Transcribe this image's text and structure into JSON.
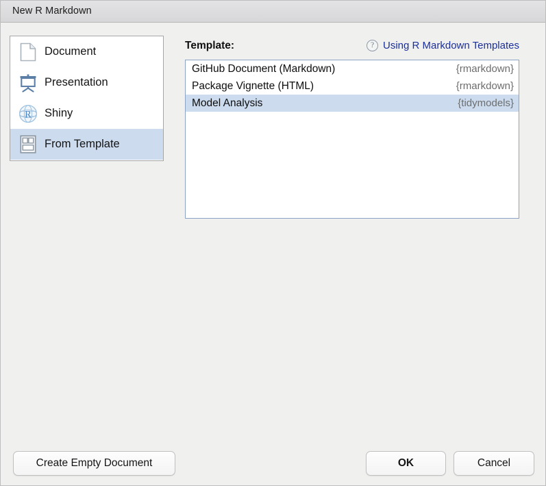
{
  "window": {
    "title": "New R Markdown"
  },
  "sidebar": {
    "items": [
      {
        "label": "Document",
        "icon": "document-icon",
        "selected": false
      },
      {
        "label": "Presentation",
        "icon": "presentation-icon",
        "selected": false
      },
      {
        "label": "Shiny",
        "icon": "shiny-r-icon",
        "selected": false
      },
      {
        "label": "From Template",
        "icon": "from-template-icon",
        "selected": true
      }
    ]
  },
  "main": {
    "template_label": "Template:",
    "help": {
      "icon": "question-mark-icon",
      "icon_glyph": "?",
      "link_text": "Using R Markdown Templates",
      "link_color": "#1b2f9c"
    },
    "templates": [
      {
        "name": "GitHub Document (Markdown)",
        "package": "{rmarkdown}",
        "selected": false
      },
      {
        "name": "Package Vignette (HTML)",
        "package": "{rmarkdown}",
        "selected": false
      },
      {
        "name": "Model Analysis",
        "package": "{tidymodels}",
        "selected": true
      }
    ]
  },
  "footer": {
    "create_empty_label": "Create Empty Document",
    "ok_label": "OK",
    "cancel_label": "Cancel"
  },
  "colors": {
    "selection": "#ccdcee",
    "focus_border": "#8ba3c4",
    "window_bg": "#f0f0ef",
    "titlebar_bg": "#dcdcde"
  }
}
